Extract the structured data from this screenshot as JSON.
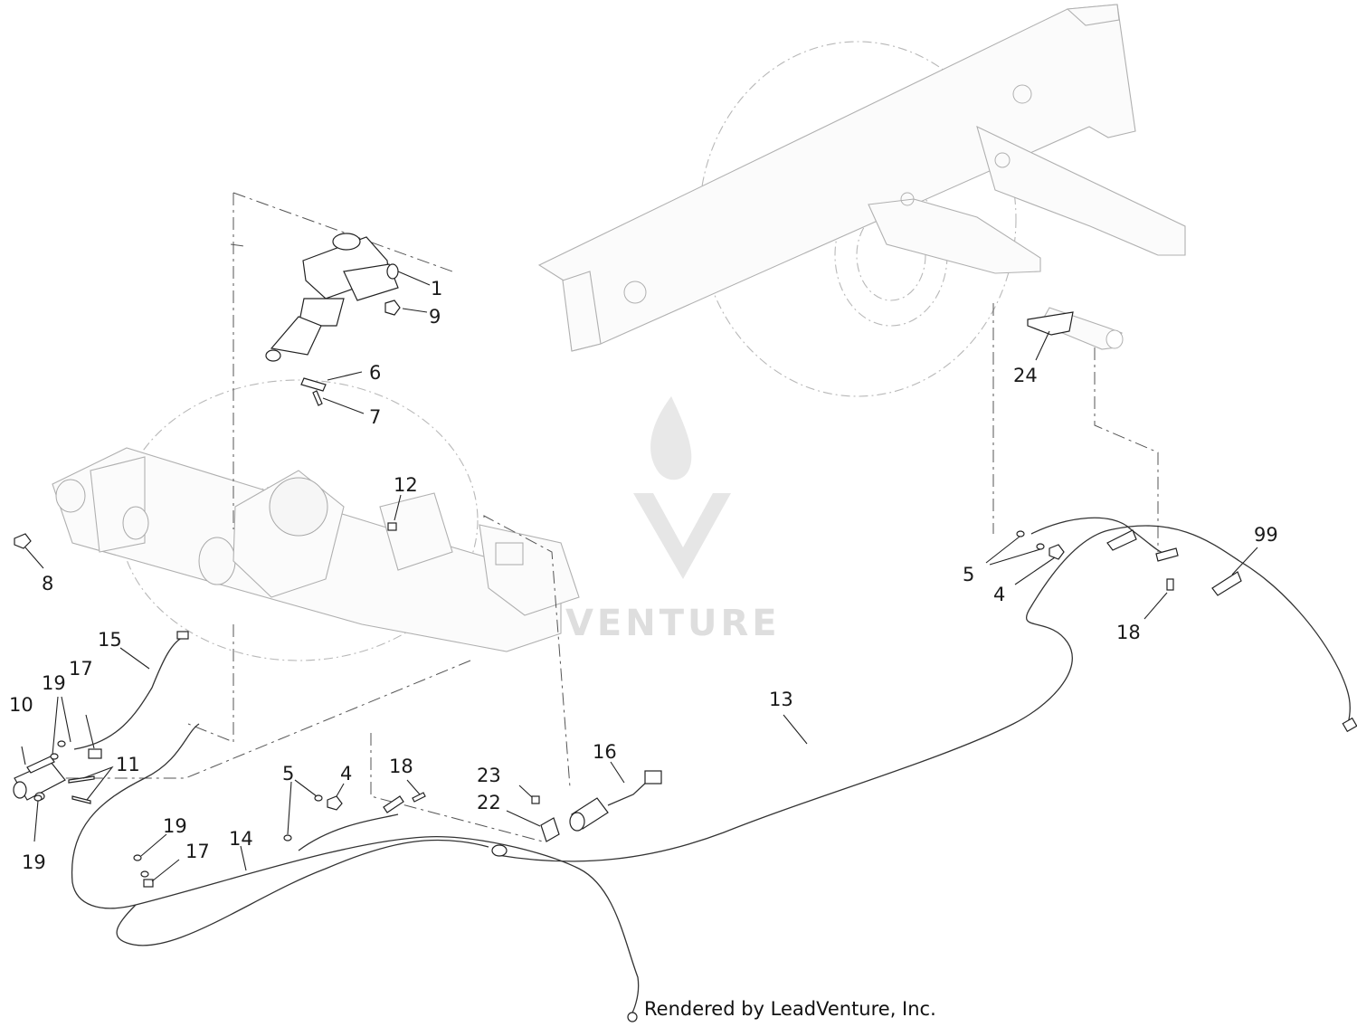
{
  "diagram": {
    "footer": "Rendered by LeadVenture, Inc.",
    "watermark": "LEADVENTURE",
    "callouts": [
      {
        "id": "c1",
        "label": "1"
      },
      {
        "id": "c9",
        "label": "9"
      },
      {
        "id": "c6",
        "label": "6"
      },
      {
        "id": "c7",
        "label": "7"
      },
      {
        "id": "c12",
        "label": "12"
      },
      {
        "id": "c8",
        "label": "8"
      },
      {
        "id": "c15",
        "label": "15"
      },
      {
        "id": "c17a",
        "label": "17"
      },
      {
        "id": "c19a",
        "label": "19"
      },
      {
        "id": "c10",
        "label": "10"
      },
      {
        "id": "c11",
        "label": "11"
      },
      {
        "id": "c19b",
        "label": "19"
      },
      {
        "id": "c5a",
        "label": "5"
      },
      {
        "id": "c4a",
        "label": "4"
      },
      {
        "id": "c18a",
        "label": "18"
      },
      {
        "id": "c23",
        "label": "23"
      },
      {
        "id": "c16",
        "label": "16"
      },
      {
        "id": "c22",
        "label": "22"
      },
      {
        "id": "c19c",
        "label": "19"
      },
      {
        "id": "c17b",
        "label": "17"
      },
      {
        "id": "c14",
        "label": "14"
      },
      {
        "id": "c13",
        "label": "13"
      },
      {
        "id": "c24",
        "label": "24"
      },
      {
        "id": "c99",
        "label": "99"
      },
      {
        "id": "c5b",
        "label": "5"
      },
      {
        "id": "c4b",
        "label": "4"
      },
      {
        "id": "c18b",
        "label": "18"
      }
    ]
  }
}
